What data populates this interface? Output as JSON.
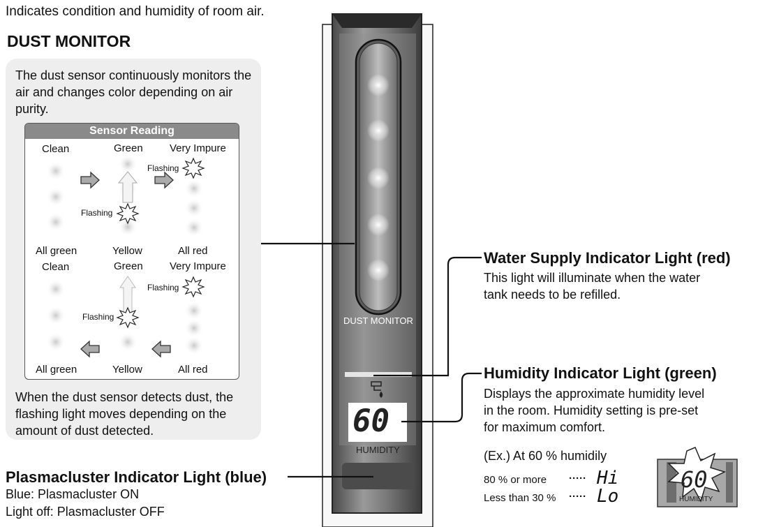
{
  "intro_text": "Indicates condition and humidity of room air.",
  "dust_monitor": {
    "title": "DUST MONITOR",
    "description": "The dust sensor continuously monitors the air and changes color depending on air purity.",
    "footer": "When the dust sensor detects dust, the flashing light moves depending on the amount of dust detected.",
    "sensor_reading": {
      "title": "Sensor Reading",
      "top_labels": [
        "Clean",
        "Green",
        "Very Impure"
      ],
      "bottom_labels": [
        "All green",
        "Yellow",
        "All red"
      ],
      "top_labels_2": [
        "Clean",
        "Green",
        "Very Impure"
      ],
      "bottom_labels_2": [
        "All green",
        "Yellow",
        "All red"
      ],
      "flashing": "Flashing"
    }
  },
  "device": {
    "dust_monitor_label": "DUST MONITOR",
    "humidity_value": "60",
    "humidity_label": "HUMIDITY"
  },
  "water_supply": {
    "title": "Water Supply Indicator Light (red)",
    "lines": [
      "This light will illuminate when the water",
      "tank needs to be refilled."
    ]
  },
  "humidity_indicator": {
    "title": "Humidity Indicator Light (green)",
    "lines": [
      "Displays the approximate humidity level",
      "in the room. Humidity setting is pre-set",
      "for maximum comfort."
    ],
    "example": "(Ex.) At 60 % humidily",
    "high_label": "80 % or more",
    "high_dots": "·····",
    "high_display": "Hi",
    "low_label": "Less than 30 %",
    "low_dots": "·····",
    "low_display": "Lo",
    "example_value": "60",
    "example_unit": "HUMIDITY"
  },
  "plasmacluster": {
    "title": "Plasmacluster Indicator Light (blue)",
    "on": "Blue: Plasmacluster ON",
    "off": "Light off: Plasmacluster OFF"
  },
  "colors": {
    "panel_bg": "#eeeeee",
    "header_gray": "#8a8a8a",
    "device_dark": "#3a3a3a"
  }
}
